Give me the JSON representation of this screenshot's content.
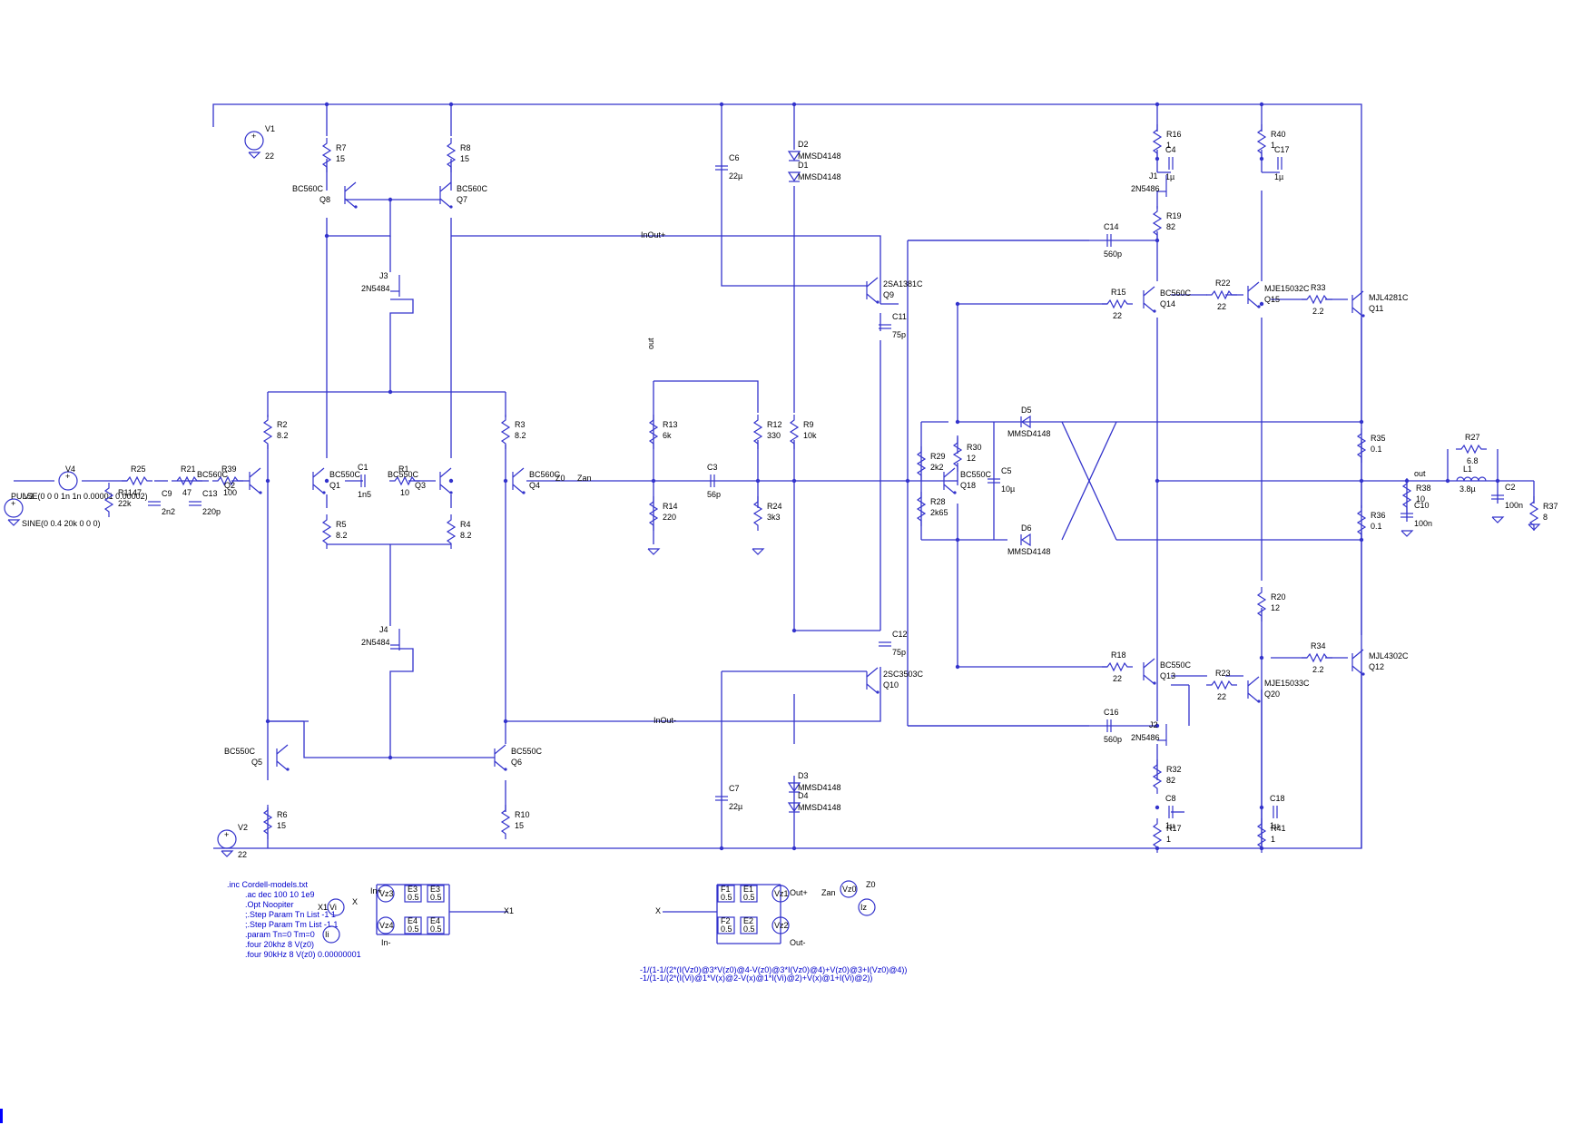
{
  "schematic": {
    "resistors": [
      {
        "name": "R7",
        "value": "15"
      },
      {
        "name": "R8",
        "value": "15"
      },
      {
        "name": "R2",
        "value": "8.2"
      },
      {
        "name": "R3",
        "value": "8.2"
      },
      {
        "name": "R5",
        "value": "8.2"
      },
      {
        "name": "R4",
        "value": "8.2"
      },
      {
        "name": "R1",
        "value": "10"
      },
      {
        "name": "R6",
        "value": "15"
      },
      {
        "name": "R10",
        "value": "15"
      },
      {
        "name": "R25",
        "value": "47"
      },
      {
        "name": "R21",
        "value": "47"
      },
      {
        "name": "R39",
        "value": "100"
      },
      {
        "name": "R11",
        "value": "22k"
      },
      {
        "name": "R13",
        "value": "6k"
      },
      {
        "name": "R14",
        "value": "220"
      },
      {
        "name": "R12",
        "value": "330"
      },
      {
        "name": "R24",
        "value": "3k3"
      },
      {
        "name": "R9",
        "value": "10k"
      },
      {
        "name": "R29",
        "value": "2k2"
      },
      {
        "name": "R28",
        "value": "2k65"
      },
      {
        "name": "R30",
        "value": "12"
      },
      {
        "name": "R16",
        "value": "1"
      },
      {
        "name": "R19",
        "value": "82"
      },
      {
        "name": "R15",
        "value": "22"
      },
      {
        "name": "R22",
        "value": "22"
      },
      {
        "name": "R40",
        "value": "1"
      },
      {
        "name": "R33",
        "value": "2.2"
      },
      {
        "name": "R35",
        "value": "0.1"
      },
      {
        "name": "R36",
        "value": "0.1"
      },
      {
        "name": "R27",
        "value": "6.8"
      },
      {
        "name": "R38",
        "value": "10"
      },
      {
        "name": "R37",
        "value": "8"
      },
      {
        "name": "R20",
        "value": "12"
      },
      {
        "name": "R18",
        "value": "22"
      },
      {
        "name": "R23",
        "value": "22"
      },
      {
        "name": "R34",
        "value": "2.2"
      },
      {
        "name": "R32",
        "value": "82"
      },
      {
        "name": "R17",
        "value": "1"
      },
      {
        "name": "R41",
        "value": "1"
      }
    ],
    "capacitors": [
      {
        "name": "C6",
        "value": "22µ"
      },
      {
        "name": "C1",
        "value": "1n5"
      },
      {
        "name": "C9",
        "value": "2n2"
      },
      {
        "name": "C13",
        "value": "220p"
      },
      {
        "name": "C3",
        "value": "56p"
      },
      {
        "name": "C11",
        "value": "75p"
      },
      {
        "name": "C12",
        "value": "75p"
      },
      {
        "name": "C5",
        "value": "10µ"
      },
      {
        "name": "C4",
        "value": "1µ"
      },
      {
        "name": "C17",
        "value": "1µ"
      },
      {
        "name": "C14",
        "value": "560p"
      },
      {
        "name": "C16",
        "value": "560p"
      },
      {
        "name": "C10",
        "value": "100n"
      },
      {
        "name": "C2",
        "value": "100n"
      },
      {
        "name": "C7",
        "value": "22µ"
      },
      {
        "name": "C8",
        "value": "1µ"
      },
      {
        "name": "C18",
        "value": "1µ"
      }
    ],
    "transistors": [
      {
        "name": "Q8",
        "model": "BC560C"
      },
      {
        "name": "Q7",
        "model": "BC560C"
      },
      {
        "name": "Q2",
        "model": "BC560C"
      },
      {
        "name": "Q1",
        "model": "BC550C"
      },
      {
        "name": "Q3",
        "model": "BC550C"
      },
      {
        "name": "Q4",
        "model": "BC560C"
      },
      {
        "name": "Q5",
        "model": "BC550C"
      },
      {
        "name": "Q6",
        "model": "BC550C"
      },
      {
        "name": "Q9",
        "model": "2SA1381C"
      },
      {
        "name": "Q10",
        "model": "2SC3503C"
      },
      {
        "name": "Q18",
        "model": "BC550C"
      },
      {
        "name": "Q14",
        "model": "BC560C"
      },
      {
        "name": "Q13",
        "model": "BC550C"
      },
      {
        "name": "Q15",
        "model": "MJE15032C"
      },
      {
        "name": "Q20",
        "model": "MJE15033C"
      },
      {
        "name": "Q11",
        "model": "MJL4281C"
      },
      {
        "name": "Q12",
        "model": "MJL4302C"
      }
    ],
    "jfets": [
      {
        "name": "J3",
        "model": "2N5484"
      },
      {
        "name": "J4",
        "model": "2N5484"
      },
      {
        "name": "J1",
        "model": "2N5486"
      },
      {
        "name": "J2",
        "model": "2N5486"
      }
    ],
    "diodes": [
      {
        "name": "D2",
        "model": "MMSD4148"
      },
      {
        "name": "D1",
        "model": "MMSD4148"
      },
      {
        "name": "D3",
        "model": "MMSD4148"
      },
      {
        "name": "D4",
        "model": "MMSD4148"
      },
      {
        "name": "D5",
        "model": "MMSD4148"
      },
      {
        "name": "D6",
        "model": "MMSD4148"
      }
    ],
    "inductors": [
      {
        "name": "L1",
        "value": "3.8µ"
      }
    ],
    "sources": [
      {
        "name": "V1",
        "value": "22"
      },
      {
        "name": "V2",
        "value": "22"
      },
      {
        "name": "V4",
        "value": ""
      },
      {
        "name": "V3",
        "value": ""
      }
    ],
    "v4_spec": "PULSE(0 0 0 1n 1n 0.00001 0.00002)",
    "v3_spec": "SINE(0 0.4 20k 0 0 0)",
    "nets": [
      "Z0",
      "Zan",
      "out",
      "InOut+",
      "InOut-",
      "out"
    ],
    "directives": [
      ".inc Cordell-models.txt",
      ".ac dec 100 10 1e9",
      ".Opt Noopiter",
      ";.Step Param Tn List -1 1",
      ";.Step Param Tm List -1 1",
      ".param Tn=0 Tm=0",
      ".four 20khz 8 V(z0)",
      ".four 90kHz 8 V(z0) 0.00000001"
    ],
    "tian_probe": {
      "sources": [
        "Vi",
        "Ii",
        "Vz0",
        "Iz",
        "Vz3",
        "Vz4",
        "Vz1",
        "Vz2"
      ],
      "ctrl_sources": [
        "E3",
        "E3",
        "E4",
        "E4",
        "F1",
        "E1",
        "F2",
        "E2"
      ],
      "gains": [
        "0.5",
        "0.5",
        "0.5",
        "0.5",
        "0.5",
        "0.5",
        "0.5",
        "0.5"
      ],
      "nodes": [
        "X1",
        "X",
        "X1",
        "X",
        "In+",
        "In-",
        "Out+",
        "Out-",
        "Zan",
        "Z0"
      ]
    },
    "formulas": [
      "-1/(1-1/(2*(I(Vz0)@3*V(z0)@4-V(z0)@3*I(Vz0)@4)+V(z0)@3+I(Vz0)@4))",
      "-1/(1-1/(2*(I(Vi)@1*V(x)@2-V(x)@1*I(Vi)@2)+V(x)@1+I(Vi)@2))"
    ]
  }
}
